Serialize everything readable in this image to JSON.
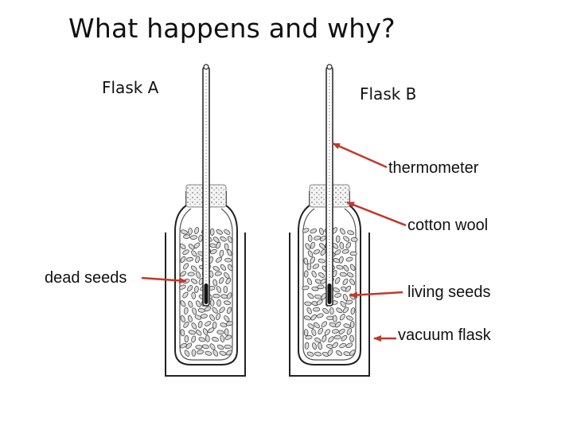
{
  "title": "What happens and why?",
  "flasks": {
    "a": {
      "label": "Flask A"
    },
    "b": {
      "label": "Flask B"
    }
  },
  "annotations": {
    "thermometer": "thermometer",
    "cotton_wool": "cotton wool",
    "dead_seeds": "dead seeds",
    "living_seeds": "living seeds",
    "vacuum_flask": "vacuum flask"
  },
  "colors": {
    "arrow": "#c0392b",
    "outline": "#222222",
    "seed_fill": "#d9d9d9"
  }
}
